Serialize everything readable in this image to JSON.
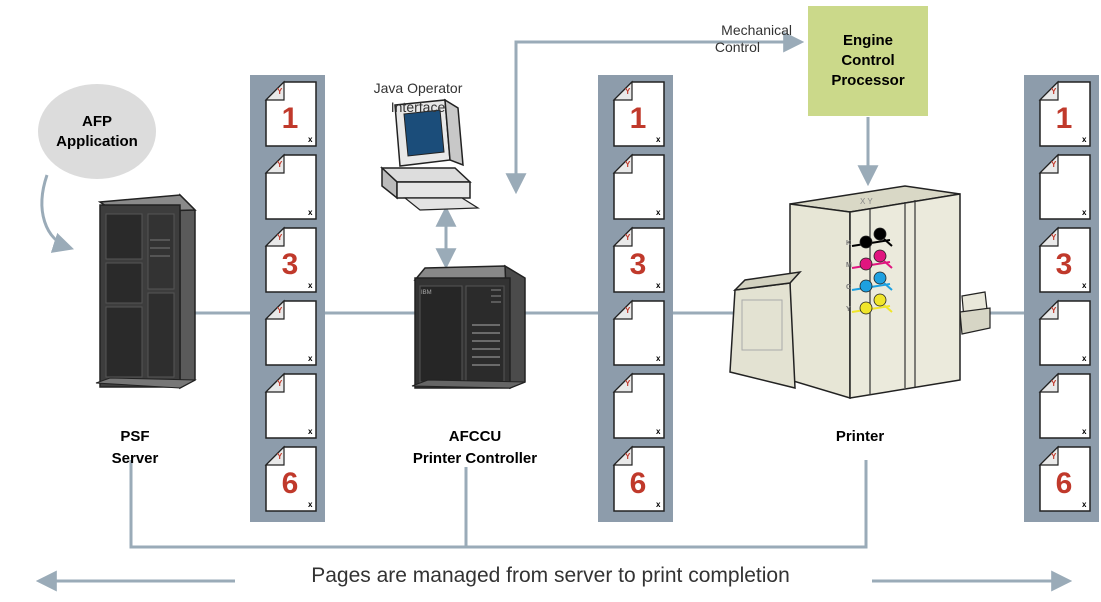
{
  "afp_application": {
    "line1": "AFP",
    "line2": "Application"
  },
  "java_interface": {
    "line1": "Java Operator",
    "line2": "Interface"
  },
  "mechanical_control": {
    "line1": "Mechanical",
    "line2": "Control"
  },
  "engine_control": {
    "line1": "Engine",
    "line2": "Control",
    "line3": "Processor"
  },
  "psf_server": {
    "line1": "PSF",
    "line2": "Server"
  },
  "afccu": {
    "line1": "AFCCU",
    "line2": "Printer Controller"
  },
  "printer_label": "Printer",
  "caption": "Pages are managed from server to print completion",
  "page_stacks": [
    {
      "pages": [
        "1",
        "",
        "3",
        "",
        "",
        "6"
      ]
    },
    {
      "pages": [
        "1",
        "",
        "3",
        "",
        "",
        "6"
      ]
    },
    {
      "pages": [
        "1",
        "",
        "3",
        "",
        "",
        "6"
      ]
    }
  ],
  "page_corner_marks": {
    "top": "Y",
    "bottom": "x"
  },
  "printer_marks": {
    "top": "X Y",
    "toners": [
      "K",
      "M",
      "C",
      "Y"
    ]
  },
  "colors": {
    "line": "#9aabb8",
    "panel": "#8d9cab",
    "page_number": "#c0392b",
    "engine_box": "#cbd98a",
    "afp_bubble": "#dcdcdc",
    "toners": [
      "#000000",
      "#e0157f",
      "#1ea0e0",
      "#f0e52a"
    ]
  },
  "icons": [
    "server-icon",
    "controller-icon",
    "pc-icon",
    "printer-icon",
    "page-icon"
  ]
}
